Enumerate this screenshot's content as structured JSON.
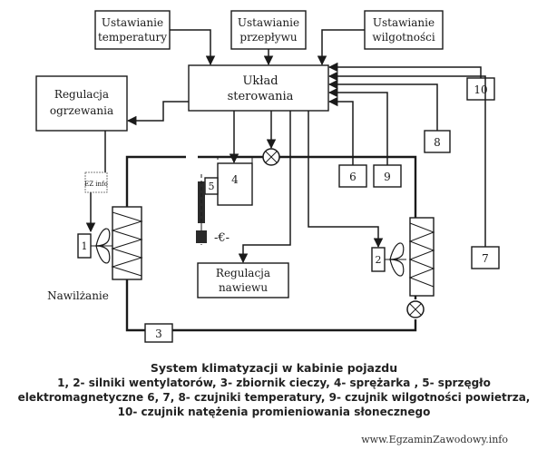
{
  "boxes": {
    "set_temp": [
      "Ustawianie",
      "temperatury"
    ],
    "set_flow": [
      "Ustawianie",
      "przepływu"
    ],
    "set_humid": [
      "Ustawianie",
      "wilgotności"
    ],
    "control": [
      "Układ",
      "sterowania"
    ],
    "heating": [
      "Regulacja",
      "ogrzewania"
    ],
    "airflow": [
      "Regulacja",
      "nawiewu"
    ]
  },
  "labels": {
    "fan1": "1",
    "fan2": "2",
    "receiver": "3",
    "compressor": "4",
    "clutch": "5",
    "sensor6": "6",
    "sensor7": "7",
    "sensor8": "8",
    "sensor9": "9",
    "sensor10": "10",
    "humidification": "Nawilżanie"
  },
  "caption": [
    "System klimatyzacji w kabinie pojazdu",
    "1, 2- silniki wentylatorów, 3- zbiornik cieczy, 4- sprężarka , 5- sprzęgło",
    "elektromagnetyczne 6, 7, 8- czujniki temperatury, 9- czujnik wilgotności powietrza,",
    "10- czujnik natężenia promieniowania słonecznego"
  ],
  "watermark": "www.EgzaminZawodowy.info",
  "logo_text": "EZ info"
}
